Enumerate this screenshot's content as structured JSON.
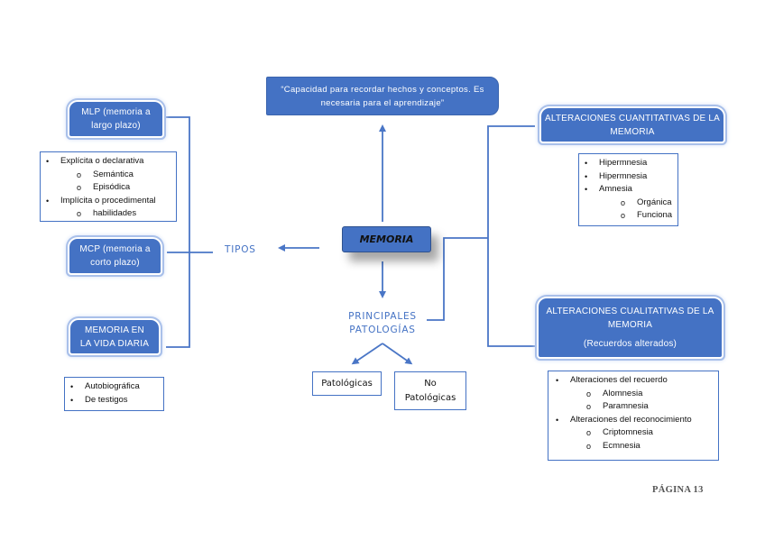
{
  "definition": {
    "text_line1": "“Capacidad para recordar hechos y conceptos. Es",
    "text_line2": "necesaria para el aprendizaje”"
  },
  "center": {
    "label": "MEMORIA"
  },
  "tipos": {
    "label": "TIPOS",
    "mlp": {
      "line1": "MLP (memoria a",
      "line2": "largo plazo)",
      "items": [
        {
          "level": 1,
          "bullet": "•",
          "text": "Explícita o declarativa"
        },
        {
          "level": 2,
          "bullet": "o",
          "text": "Semántica"
        },
        {
          "level": 2,
          "bullet": "o",
          "text": "Episódica"
        },
        {
          "level": 1,
          "bullet": "•",
          "text": "Implícita o procedimental"
        },
        {
          "level": 2,
          "bullet": "o",
          "text": "habilidades"
        }
      ]
    },
    "mcp": {
      "line1": "MCP (memoria a",
      "line2": "corto plazo)"
    },
    "vida_diaria": {
      "line1": "MEMORIA EN",
      "line2": "LA VIDA DIARIA",
      "items": [
        {
          "level": 1,
          "bullet": "•",
          "text": "Autobiográfica"
        },
        {
          "level": 1,
          "bullet": "•",
          "text": "De testigos"
        }
      ]
    }
  },
  "patologias": {
    "label_line1": "PRINCIPALES",
    "label_line2": "PATOLOGÍAS",
    "patologicas": "Patológicas",
    "no_patologicas_line1": "No",
    "no_patologicas_line2": "Patológicas",
    "cuantitativas": {
      "line1": "ALTERACIONES CUANTITATIVAS DE LA",
      "line2": "MEMORIA",
      "items": [
        {
          "level": 1,
          "bullet": "•",
          "text": "Hipermnesia"
        },
        {
          "level": 1,
          "bullet": "•",
          "text": "Hipermnesia"
        },
        {
          "level": 1,
          "bullet": "•",
          "text": "Amnesia"
        },
        {
          "level": 2,
          "bullet": "o",
          "text": "Orgánica"
        },
        {
          "level": 2,
          "bullet": "o",
          "text": "Funciona"
        }
      ]
    },
    "cualitativas": {
      "line1": "ALTERACIONES CUALITATIVAS DE LA",
      "line2": "MEMORIA",
      "line3": "(Recuerdos alterados)",
      "items": [
        {
          "level": 1,
          "bullet": "•",
          "text": "Alteraciones del recuerdo"
        },
        {
          "level": 2,
          "bullet": "o",
          "text": "Alomnesia"
        },
        {
          "level": 2,
          "bullet": "o",
          "text": "Paramnesia"
        },
        {
          "level": 1,
          "bullet": "•",
          "text": "Alteraciones del reconocimiento"
        },
        {
          "level": 2,
          "bullet": "o",
          "text": "Criptomnesia"
        },
        {
          "level": 2,
          "bullet": "o",
          "text": "Ecmnesia"
        }
      ]
    }
  },
  "footer": {
    "page_label": "PÁGINA 13"
  },
  "colors": {
    "accent": "#4472c4",
    "line": "#4a76c6",
    "text_dark": "#111111"
  }
}
